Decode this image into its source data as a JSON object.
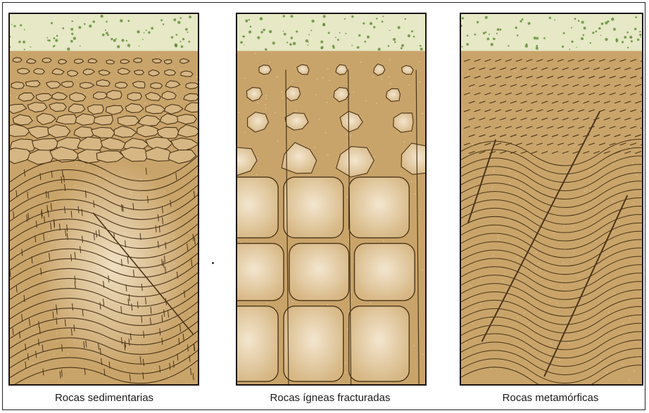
{
  "panels": [
    {
      "id": "sedimentary",
      "caption": "Rocas sedimentarias"
    },
    {
      "id": "igneous",
      "caption": "Rocas ígneas fracturadas"
    },
    {
      "id": "metamorphic",
      "caption": "Rocas metamórficas"
    }
  ],
  "colors": {
    "topsoil": "#e6e8c6",
    "topsoil_speckle": "#5e8a32",
    "regolith": "#c9a46a",
    "block_fill": "#d6b682",
    "block_highlight": "#f3e6cf",
    "line": "#4a3418",
    "frame": "#1b1410"
  }
}
